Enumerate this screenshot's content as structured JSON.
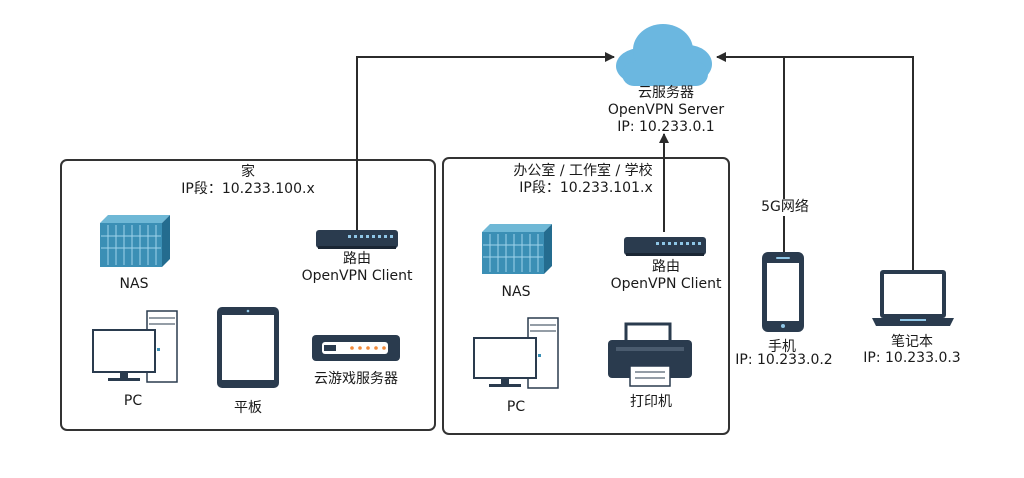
{
  "cloud": {
    "name": "云服务器",
    "software": "OpenVPN Server",
    "ip": "IP: 10.233.0.1"
  },
  "home": {
    "title": "家",
    "subnet": "IP段：10.233.100.x",
    "nas": "NAS",
    "router": {
      "name": "路由",
      "software": "OpenVPN Client"
    },
    "pc": "PC",
    "tablet": "平板",
    "game_server": "云游戏服务器"
  },
  "office": {
    "title": "办公室 / 工作室 / 学校",
    "subnet": "IP段：10.233.101.x",
    "nas": "NAS",
    "router": {
      "name": "路由",
      "software": "OpenVPN Client"
    },
    "pc": "PC",
    "printer": "打印机"
  },
  "network_label": "5G网络",
  "phone": {
    "name": "手机",
    "ip": "IP: 10.233.0.2"
  },
  "laptop": {
    "name": "笔记本",
    "ip": "IP: 10.233.0.3"
  },
  "colors": {
    "line": "#2b2b2b",
    "cloud": "#6bb7e0",
    "device_dark": "#2a3b4e",
    "device_blue": "#3b8fb5",
    "box_border": "#333333"
  }
}
